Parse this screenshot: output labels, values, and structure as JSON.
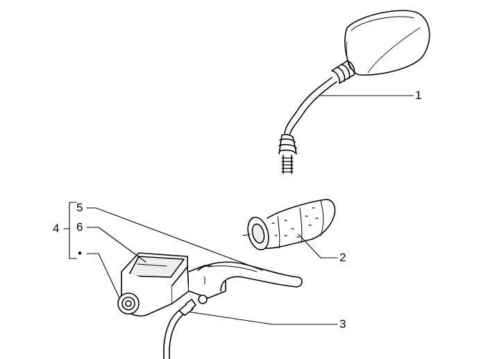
{
  "diagram": {
    "callouts": {
      "c1": "1",
      "c2": "2",
      "c3": "3",
      "c4": "4",
      "c5": "5",
      "c6": "6"
    },
    "group_bullet": "•",
    "colors": {
      "line": "#000000",
      "background": "#ffffff",
      "shade": "#e8e8e8"
    },
    "parts": [
      "mirror",
      "handlebar-grip",
      "brake-cable",
      "master-cylinder",
      "brake-lever",
      "reservoir-cap"
    ]
  }
}
